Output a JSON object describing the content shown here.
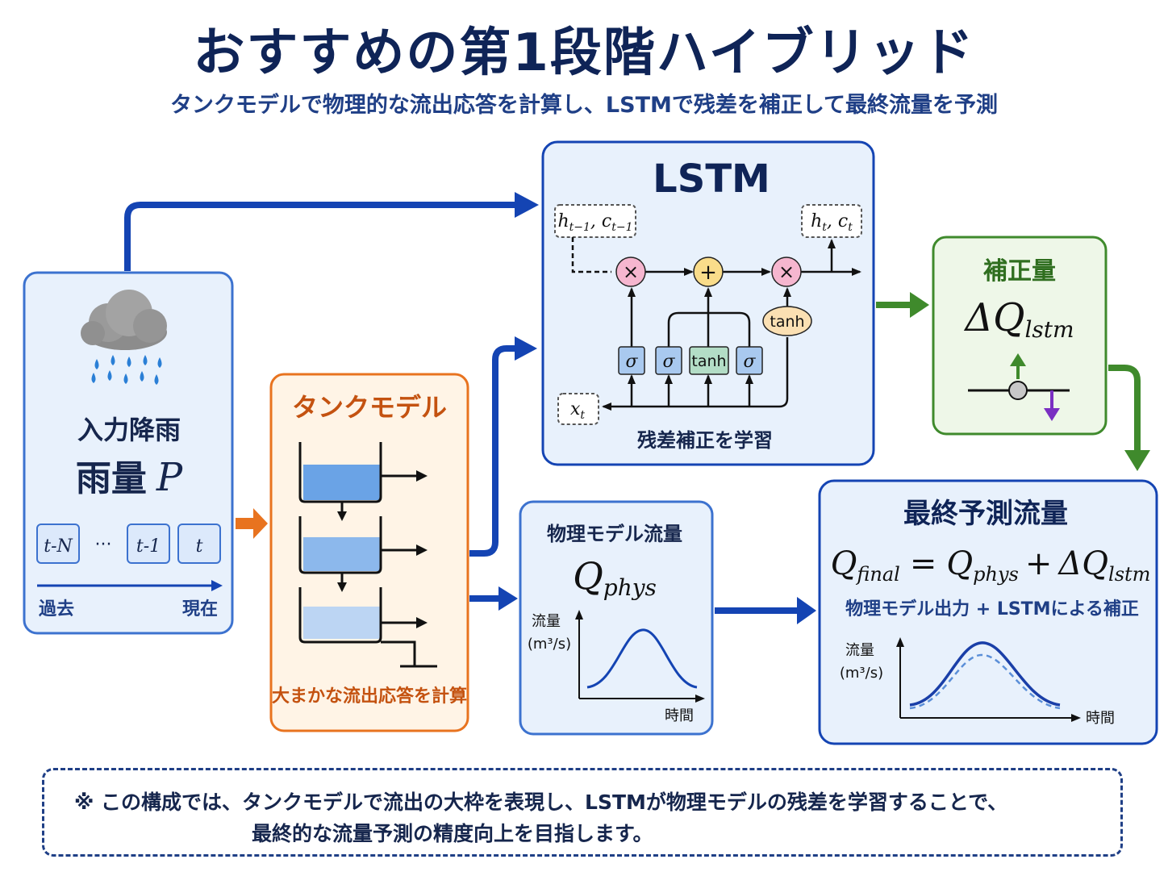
{
  "title": "おすすめの第1段階ハイブリッド",
  "subtitle": "タンクモデルで物理的な流出応答を計算し、LSTMで残差を補正して最終流量を予測",
  "input": {
    "heading": "入力降雨",
    "rain_label": "雨量",
    "rain_symbol": "P",
    "steps": [
      "t-N",
      "···",
      "t-1",
      "t"
    ],
    "past": "過去",
    "now": "現在"
  },
  "tank": {
    "heading": "タンクモデル",
    "caption": "大まかな流出応答を計算"
  },
  "lstm": {
    "heading": "LSTM",
    "prev_state_h": "h",
    "prev_state_sub_h": "t−1",
    "prev_state_c": "c",
    "prev_state_sub_c": "t−1",
    "state_h": "h",
    "state_sub_h": "t",
    "state_c": "c",
    "state_sub_c": "t",
    "input_x": "x",
    "input_sub": "t",
    "gates": [
      "σ",
      "σ",
      "tanh",
      "σ"
    ],
    "tanh_label": "tanh",
    "ops": [
      "×",
      "+",
      "×"
    ],
    "caption": "残差補正を学習"
  },
  "correction": {
    "heading": "補正量",
    "symbol": "ΔQ",
    "symbol_sub": "lstm"
  },
  "phys": {
    "heading": "物理モデル流量",
    "symbol": "Q",
    "symbol_sub": "phys",
    "ylabel_1": "流量",
    "ylabel_2": "(m³/s)",
    "xlabel": "時間"
  },
  "final": {
    "heading": "最終予測流量",
    "eq_q": "Q",
    "eq_final_sub": "final",
    "eq_equals": "=",
    "eq_q2": "Q",
    "eq_phys_sub": "phys",
    "eq_plus": "+",
    "eq_dq": "ΔQ",
    "eq_lstm_sub": "lstm",
    "caption": "物理モデル出力 + LSTMによる補正",
    "ylabel_1": "流量",
    "ylabel_2": "(m³/s)",
    "xlabel": "時間"
  },
  "note": {
    "line1": "※ この構成では、タンクモデルで流出の大枠を表現し、LSTMが物理モデルの残差を学習することで、",
    "line2": "最終的な流量予測の精度向上を目指します。"
  },
  "colors": {
    "blue_arrow": "#1444b3",
    "orange": "#e8731f",
    "green": "#3f8a2c",
    "purple": "#7a2fc2",
    "panel_blue": "#e8f1fc",
    "panel_orange": "#fff4e6",
    "panel_green": "#eef7e8"
  }
}
